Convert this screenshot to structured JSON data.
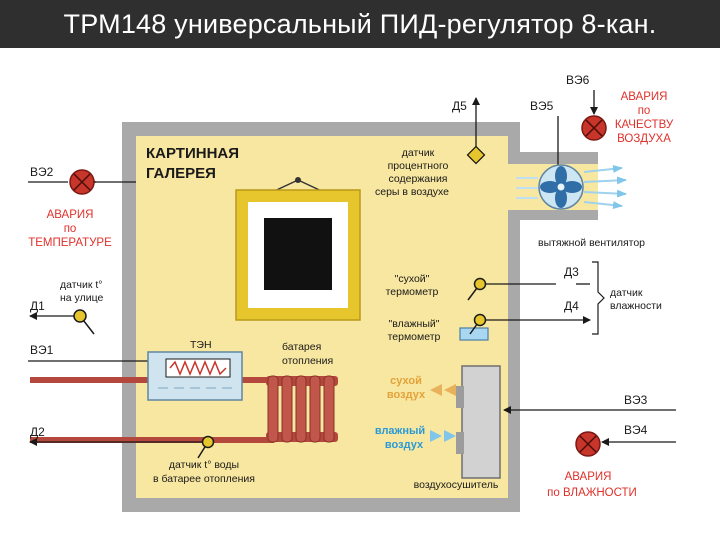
{
  "title": "ТРМ148 универсальный ПИД-регулятор 8-кан.",
  "colors": {
    "wall": "#a9a9a9",
    "room": "#f8e7a0",
    "alarm_text": "#e0302a",
    "flow_text": "#2a9ad6",
    "pipe": "#b5483c",
    "frame": "#e7c52c"
  },
  "room": {
    "title_line1": "КАРТИННАЯ",
    "title_line2": "ГАЛЕРЕЯ"
  },
  "outputs": {
    "ve2": "ВЭ2",
    "ve1": "ВЭ1",
    "ve3": "ВЭ3",
    "ve4": "ВЭ4",
    "ve5": "ВЭ5",
    "ve6": "ВЭ6"
  },
  "sensors": {
    "d1": "Д1",
    "d2": "Д2",
    "d3": "Д3",
    "d4": "Д4",
    "d5": "Д5"
  },
  "alarms": {
    "temperature": [
      "АВАРИЯ",
      "по",
      "ТЕМПЕРАТУРЕ"
    ],
    "air_quality": [
      "АВАРИЯ",
      "по",
      "КАЧЕСТВУ",
      "ВОЗДУХА"
    ],
    "humidity": [
      "АВАРИЯ",
      "по ВЛАЖНОСТИ"
    ]
  },
  "labels": {
    "outdoor_sensor": [
      "датчик t°",
      "на улице"
    ],
    "sulfur_sensor": [
      "датчик",
      "процентного",
      "содержания",
      "серы в воздухе"
    ],
    "exhaust_fan": "вытяжной вентилятор",
    "dry_thermometer": [
      "\"сухой\"",
      "термометр"
    ],
    "wet_thermometer": [
      "\"влажный\"",
      "термометр"
    ],
    "humidity_sensor": [
      "датчик",
      "влажности"
    ],
    "heater": "ТЭН",
    "radiator": [
      "батарея",
      "отопления"
    ],
    "dry_air": [
      "сухой",
      "воздух"
    ],
    "wet_air": [
      "влажный",
      "воздух"
    ],
    "water_sensor": [
      "датчик t° воды",
      "в батарее отопления"
    ],
    "dehumidifier": "воздухосушитель"
  }
}
